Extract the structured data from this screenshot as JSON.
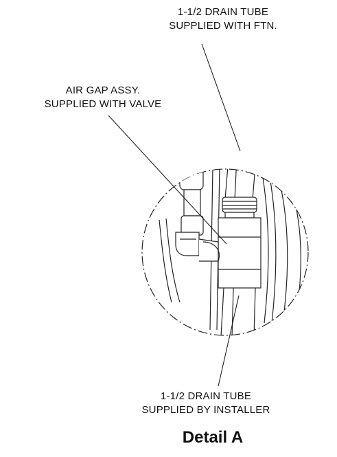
{
  "labels": {
    "top_line1": "1-1/2 DRAIN TUBE",
    "top_line2": "SUPPLIED WITH FTN.",
    "left_line1": "AIR GAP ASSY.",
    "left_line2": "SUPPLIED WITH VALVE",
    "bottom_line1": "1-1/2 DRAIN TUBE",
    "bottom_line2": "SUPPLIED BY INSTALLER"
  },
  "title": "Detail A"
}
